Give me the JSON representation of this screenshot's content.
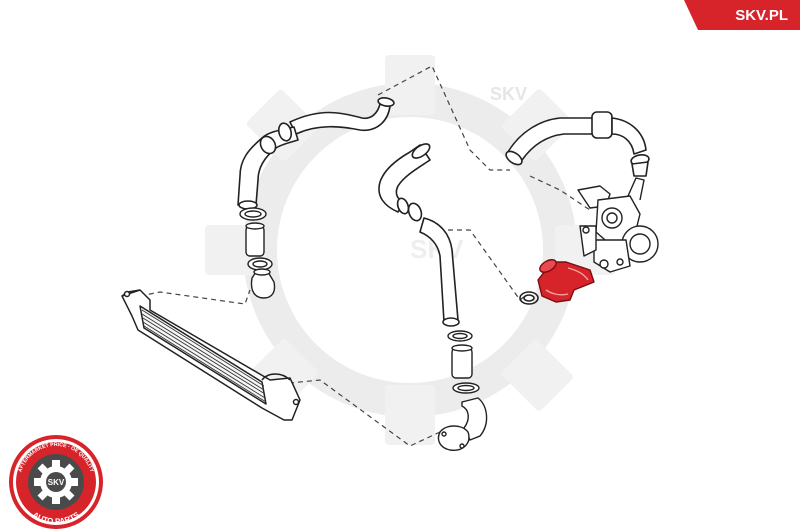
{
  "brand": {
    "site_label": "SKV.PL",
    "accent_color": "#d7242b"
  },
  "watermark": {
    "text": "SKV",
    "text_secondary": "SKV",
    "icon": "gear-watermark-icon",
    "color": "#eeeeee"
  },
  "badge": {
    "top_text": "AFTERMARKET PRICE · OE QUALITY",
    "bottom_text": "AUTO PARTS",
    "center_text": "SKV",
    "icon": "gear-badge-icon",
    "colors": {
      "ring": "#d7242b",
      "inner": "#4a4a4a"
    }
  },
  "diagram": {
    "highlight_color": "#d7242b",
    "line_color": "#222222"
  }
}
